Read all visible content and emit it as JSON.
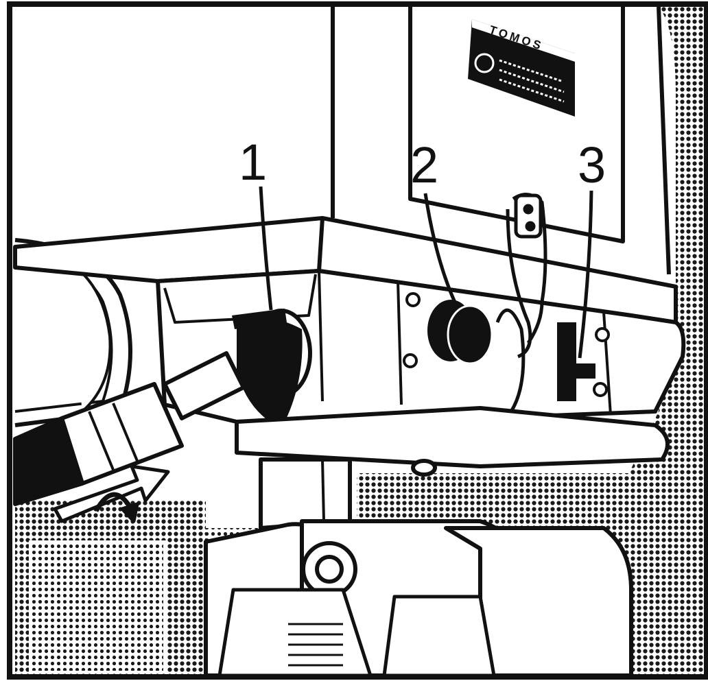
{
  "figure": {
    "callouts": [
      {
        "label": "1",
        "part": "cable-socket"
      },
      {
        "label": "2",
        "part": "round-knob"
      },
      {
        "label": "3",
        "part": "slide-switch"
      }
    ],
    "nameplate": {
      "brand": "TOMOS"
    },
    "colors": {
      "ink": "#111111",
      "paper": "#ffffff",
      "screen_dot": "#1a1a1a"
    }
  }
}
